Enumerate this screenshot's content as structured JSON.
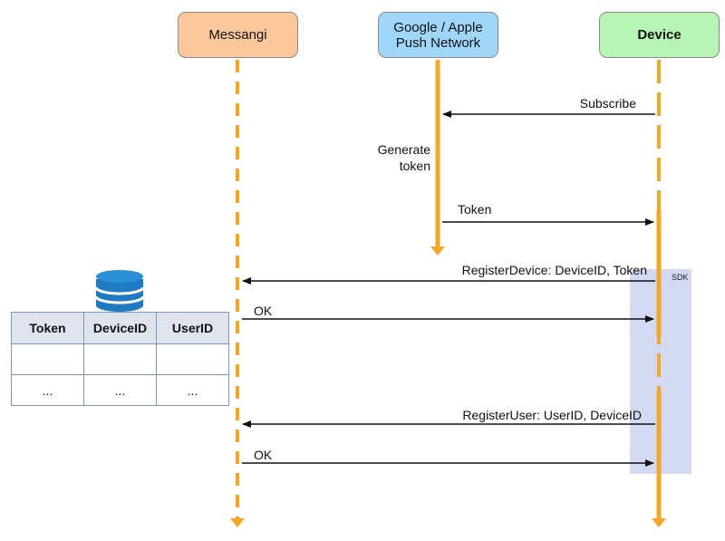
{
  "actors": {
    "messangi": "Messangi",
    "push_network": "Google / Apple\nPush Network",
    "device": "Device"
  },
  "messages": {
    "subscribe": "Subscribe",
    "generate_token": "Generate\ntoken",
    "token": "Token",
    "register_device": "RegisterDevice: DeviceID, Token",
    "ok_1": "OK",
    "register_user": "RegisterUser: UserID, DeviceID",
    "ok_2": "OK"
  },
  "sdk_label": "SDK",
  "database_table": {
    "headers": [
      "Token",
      "DeviceID",
      "UserID"
    ],
    "rows": [
      [
        "",
        "",
        ""
      ],
      [
        "...",
        "...",
        "..."
      ]
    ]
  },
  "colors": {
    "lifeline": "#f5a623",
    "sdk_region": "#d3d8f3",
    "database_icon": "#1f7bc1"
  }
}
